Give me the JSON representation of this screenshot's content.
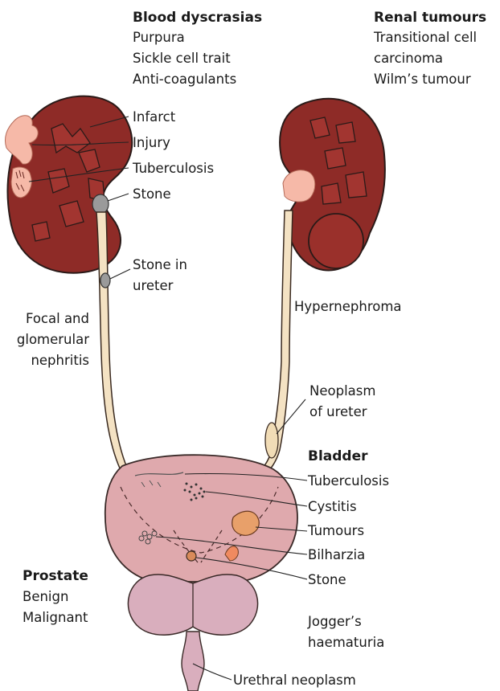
{
  "blood": {
    "heading": "Blood dyscrasias",
    "items": [
      "Purpura",
      "Sickle cell trait",
      "Anti-coagulants"
    ]
  },
  "renal": {
    "heading": "Renal tumours",
    "items": [
      "Transitional cell",
      "carcinoma",
      "Wilm’s tumour"
    ]
  },
  "left_kidney_labels": [
    "Infarct",
    "Injury",
    "Tuberculosis",
    "Stone"
  ],
  "stone_in_ureter": [
    "Stone in",
    "ureter"
  ],
  "nephritis": [
    "Focal and",
    "glomerular",
    "nephritis"
  ],
  "hypernephroma": "Hypernephroma",
  "neoplasm_ureter": [
    "Neoplasm",
    "of ureter"
  ],
  "bladder": {
    "heading": "Bladder",
    "items": [
      "Tuberculosis",
      "Cystitis",
      "Tumours",
      "Bilharzia",
      "Stone"
    ]
  },
  "prostate": {
    "heading": "Prostate",
    "items": [
      "Benign",
      "Malignant"
    ]
  },
  "joggers": [
    "Jogger’s",
    "haematuria"
  ],
  "urethral": "Urethral neoplasm",
  "colors": {
    "kidney": "#8e2b27",
    "ureter": "#f4e2c3",
    "bladder": "#dfa9ad",
    "prostate": "#d9aebd",
    "lesion": "#f6b9a8",
    "stone": "#9a9a9a"
  }
}
